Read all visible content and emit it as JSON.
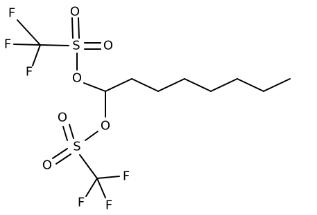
{
  "molecule": {
    "atoms": {
      "f_top_1": "F",
      "f_top_2": "F",
      "f_top_3": "F",
      "s_top": "S",
      "o_top_double_up": "O",
      "o_top_double_right": "O",
      "o_top_ester": "O",
      "o_bottom_ester": "O",
      "s_bottom": "S",
      "o_bottom_double_up": "O",
      "o_bottom_double_left": "O",
      "f_bottom_1": "F",
      "f_bottom_2": "F",
      "f_bottom_3": "F"
    }
  }
}
